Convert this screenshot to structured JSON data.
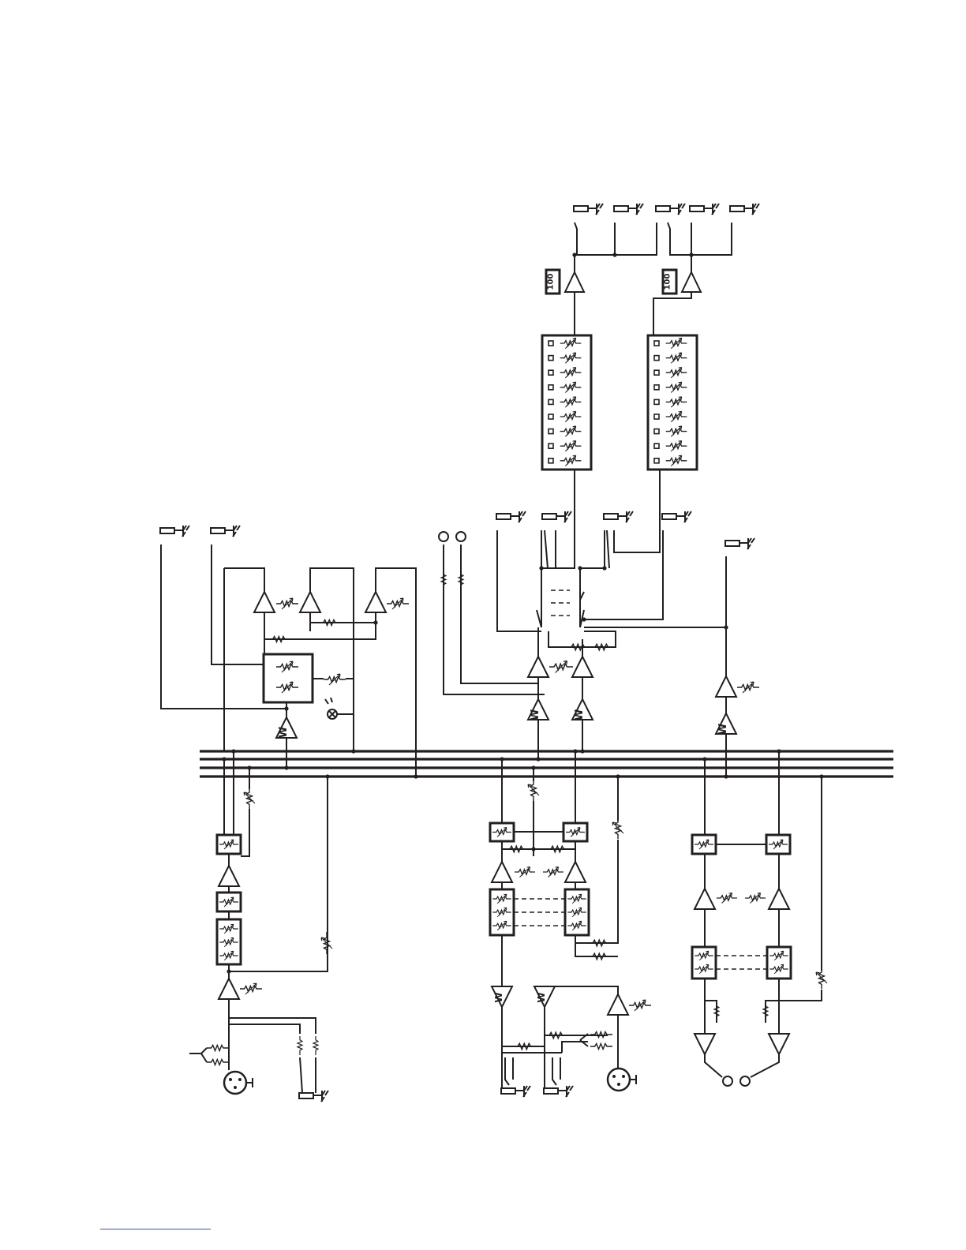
{
  "diagram": {
    "type": "audio mixer block diagram (schematic)",
    "meter_labels": [
      "100",
      "100"
    ],
    "amp_labels": [
      "W",
      "W",
      "W",
      "W",
      "W",
      "W",
      "W"
    ],
    "colors": {
      "ink": "#231f20",
      "paper": "#ffffff",
      "footer_rule": "#3b4db8"
    }
  }
}
